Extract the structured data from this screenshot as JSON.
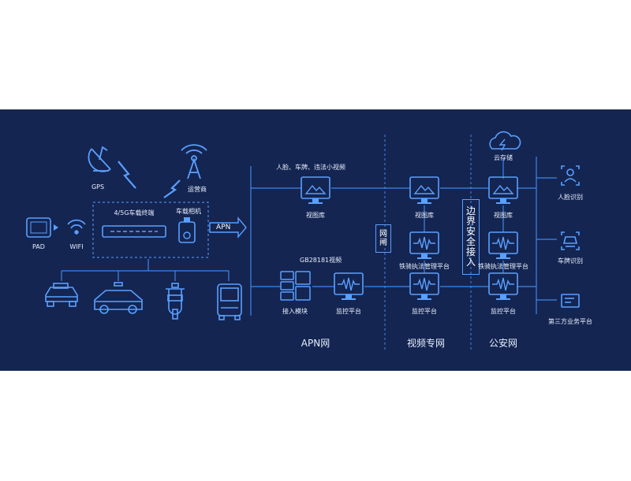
{
  "colors": {
    "background": "#142552",
    "line": "#3f86e8",
    "icon": "#5aa0ff",
    "text": "#e8eefc"
  },
  "device": {
    "gps": "GPS",
    "operator": "运营商",
    "terminal": "4/5G车载终端",
    "camera": "车载相机",
    "pad": "PAD",
    "wifi": "WIFI",
    "apn_arrow": "APN"
  },
  "apn_zone": {
    "caption_top": "人脸、车牌、违法小视频",
    "caption_mid": "GB28181视频",
    "image_lib": "视图库",
    "access_module": "接入模块",
    "monitor": "监控平台",
    "title": "APN网"
  },
  "gate": {
    "label": "网闸"
  },
  "video_zone": {
    "image_lib": "视图库",
    "platform": "铁骑执法管理平台",
    "monitor": "监控平台",
    "title": "视频专网"
  },
  "boundary": {
    "label": "边界安全接入"
  },
  "police_zone": {
    "cloud": "云存储",
    "image_lib": "视图库",
    "platform": "铁骑执法管理平台",
    "monitor": "监控平台",
    "title": "公安网"
  },
  "services": {
    "face": "人脸识别",
    "plate": "车牌识别",
    "third": "第三方业务平台"
  },
  "vehicle_icons": [
    "taxi-icon",
    "police-car-icon",
    "police-motorcycle-icon",
    "bus-icon"
  ]
}
